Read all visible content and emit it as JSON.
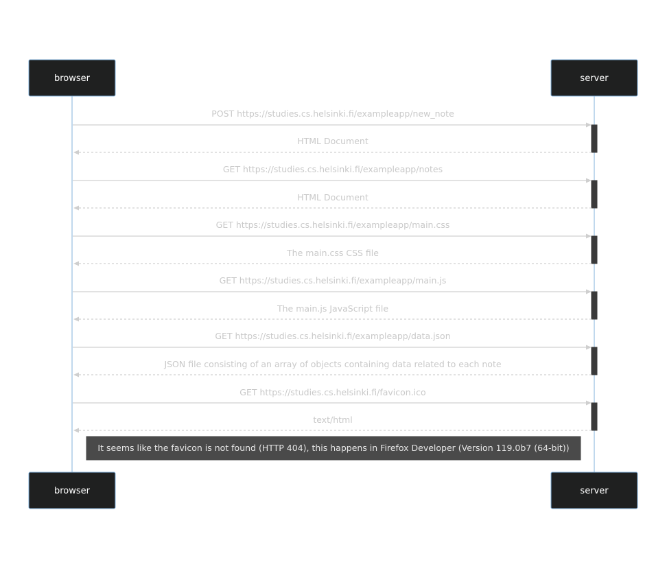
{
  "participants": [
    {
      "id": "browser",
      "label": "browser"
    },
    {
      "id": "server",
      "label": "server"
    }
  ],
  "messages": [
    {
      "from": "browser",
      "to": "server",
      "style": "solid",
      "text": "POST https://studies.cs.helsinki.fi/exampleapp/new_note"
    },
    {
      "from": "server",
      "to": "browser",
      "style": "dotted",
      "text": "HTML Document"
    },
    {
      "from": "browser",
      "to": "server",
      "style": "solid",
      "text": "GET https://studies.cs.helsinki.fi/exampleapp/notes"
    },
    {
      "from": "server",
      "to": "browser",
      "style": "dotted",
      "text": "HTML Document"
    },
    {
      "from": "browser",
      "to": "server",
      "style": "solid",
      "text": "GET https://studies.cs.helsinki.fi/exampleapp/main.css"
    },
    {
      "from": "server",
      "to": "browser",
      "style": "dotted",
      "text": "The main.css CSS file"
    },
    {
      "from": "browser",
      "to": "server",
      "style": "solid",
      "text": "GET https://studies.cs.helsinki.fi/exampleapp/main.js"
    },
    {
      "from": "server",
      "to": "browser",
      "style": "dotted",
      "text": "The main.js JavaScript file"
    },
    {
      "from": "browser",
      "to": "server",
      "style": "solid",
      "text": "GET https://studies.cs.helsinki.fi/exampleapp/data.json"
    },
    {
      "from": "server",
      "to": "browser",
      "style": "dotted",
      "text": "JSON file consisting of an array of objects containing data related to each note"
    },
    {
      "from": "browser",
      "to": "server",
      "style": "solid",
      "text": "GET https://studies.cs.helsinki.fi/favicon.ico"
    },
    {
      "from": "server",
      "to": "browser",
      "style": "dotted",
      "text": "text/html"
    }
  ],
  "note": {
    "text": "It seems like the favicon is not found (HTTP 404), this happens in Firefox Developer (Version 119.0b7 (64-bit))"
  }
}
